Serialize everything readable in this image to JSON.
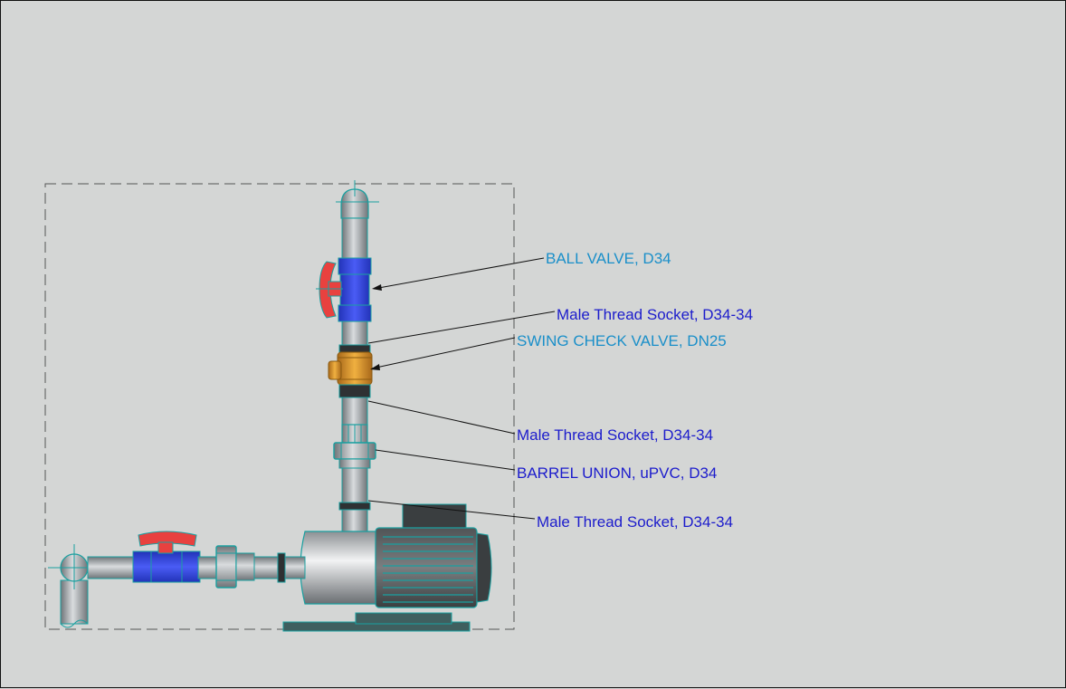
{
  "labels": {
    "ball_valve": "BALL VALVE, D34",
    "socket_top": "Male Thread Socket, D34-34",
    "check_valve": "SWING CHECK VALVE, DN25",
    "socket_mid": "Male Thread Socket, D34-34",
    "barrel_union": "BARREL UNION, uPVC, D34",
    "socket_bottom": "Male Thread Socket, D34-34"
  },
  "colors": {
    "background": "#d4d6d5",
    "cyan_label": "#1a8fc9",
    "blue_label": "#1c1ccc",
    "outline": "#1aa0a0",
    "valve_body": "#3a4de8",
    "valve_handle": "#e8413f",
    "check_valve": "#d8962a",
    "pipe": "#9ea3a6"
  }
}
